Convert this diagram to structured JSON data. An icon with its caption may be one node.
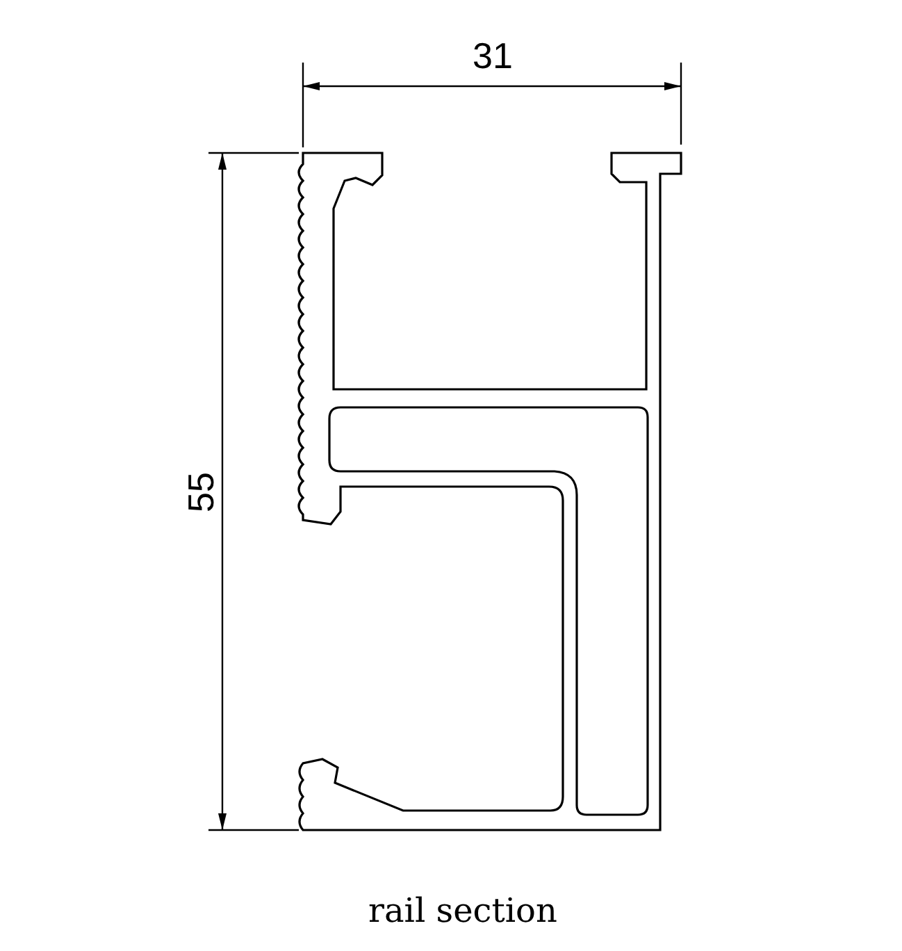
{
  "diagram": {
    "caption": "rail section",
    "labels": [
      "31",
      "55"
    ]
  }
}
